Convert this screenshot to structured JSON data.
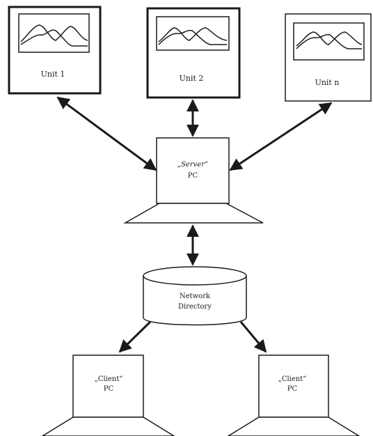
{
  "units": [
    {
      "label": "Unit 1"
    },
    {
      "label": "Unit 2"
    },
    {
      "label": "Unit n"
    }
  ],
  "server": {
    "line1": "„Server“",
    "line2": "PC"
  },
  "directory": {
    "line1": "Network",
    "line2": "Directory"
  },
  "clients": [
    {
      "line1": "„Client“",
      "line2": "PC"
    },
    {
      "line1": "„Client“",
      "line2": "PC"
    }
  ],
  "colors": {
    "stroke": "#1a1a1a",
    "background": "#ffffff"
  }
}
